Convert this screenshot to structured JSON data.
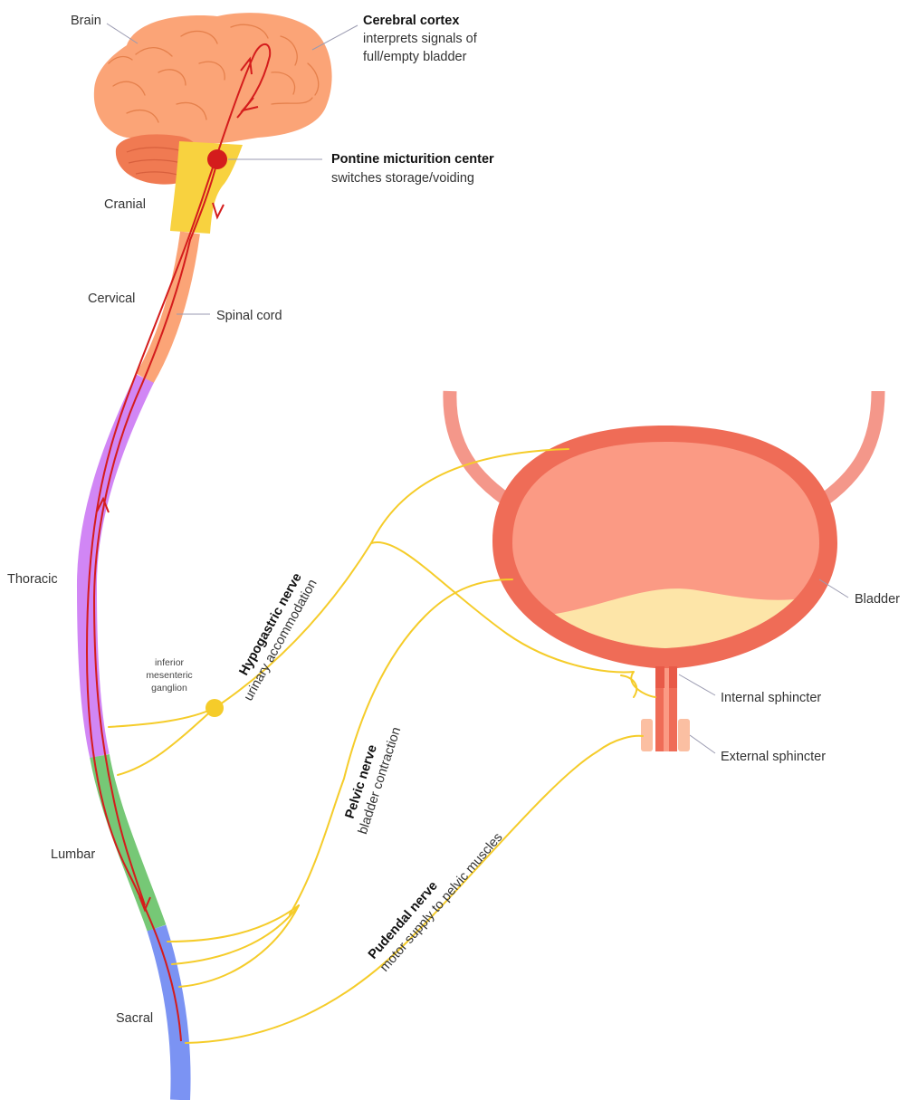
{
  "labels": {
    "brain": "Brain",
    "cortex_title": "Cerebral cortex",
    "cortex_desc_line1": "interprets signals of",
    "cortex_desc_line2": "full/empty bladder",
    "pmc_title": "Pontine micturition center",
    "pmc_desc": "switches storage/voiding",
    "cranial": "Cranial",
    "cervical": "Cervical",
    "spinal_cord": "Spinal cord",
    "thoracic": "Thoracic",
    "lumbar": "Lumbar",
    "sacral": "Sacral",
    "ganglion_line1": "inferior",
    "ganglion_line2": "mesenteric",
    "ganglion_line3": "ganglion",
    "hypogastric_title": "Hypogastric nerve",
    "hypogastric_desc": "urinary accommodation",
    "pelvic_title": "Pelvic nerve",
    "pelvic_desc": "bladder contraction",
    "pudendal_title": "Pudendal nerve",
    "pudendal_desc": "motor supply to pelvic muscles",
    "bladder": "Bladder",
    "internal_sphincter": "Internal sphincter",
    "external_sphincter": "External sphincter"
  },
  "colors": {
    "brain": "#fba477",
    "cerebellum": "#f07a52",
    "brainstem": "#f8d23f",
    "cervical": "#fba477",
    "thoracic": "#d186f5",
    "lumbar": "#76c876",
    "sacral": "#7b93f3",
    "nerve": "#f5cc2a",
    "pathway": "#d41c1c",
    "bladder_wall": "#ef6c57",
    "bladder_inner": "#fb9a84",
    "urine": "#fde5a8",
    "ureter": "#f4978a",
    "external_sphincter": "#fbbfa2"
  }
}
